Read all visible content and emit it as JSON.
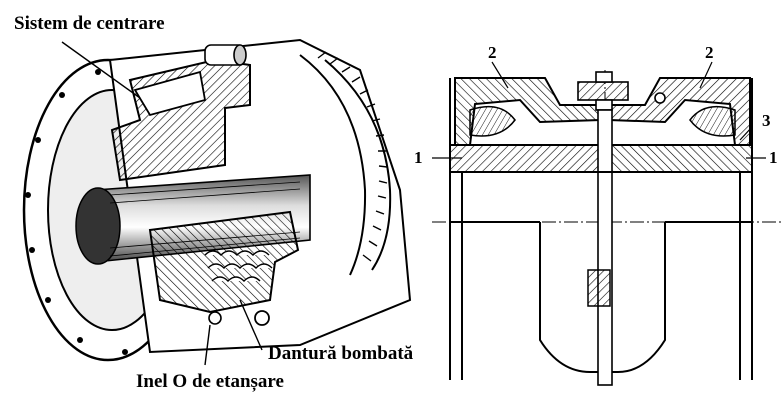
{
  "figure": {
    "left_view": {
      "labels": {
        "centering_system": "Sistem de centrare",
        "crowned_teeth": "Dantură bombată",
        "o_ring": "Inel O de etanșare"
      }
    },
    "right_view": {
      "labels": {
        "hub_left": "1",
        "hub_right": "1",
        "sleeve_left": "2",
        "sleeve_right": "2",
        "seal": "3"
      }
    }
  },
  "colors": {
    "ink": "#000000",
    "paper": "#ffffff",
    "shade": "#9a9a9a"
  }
}
